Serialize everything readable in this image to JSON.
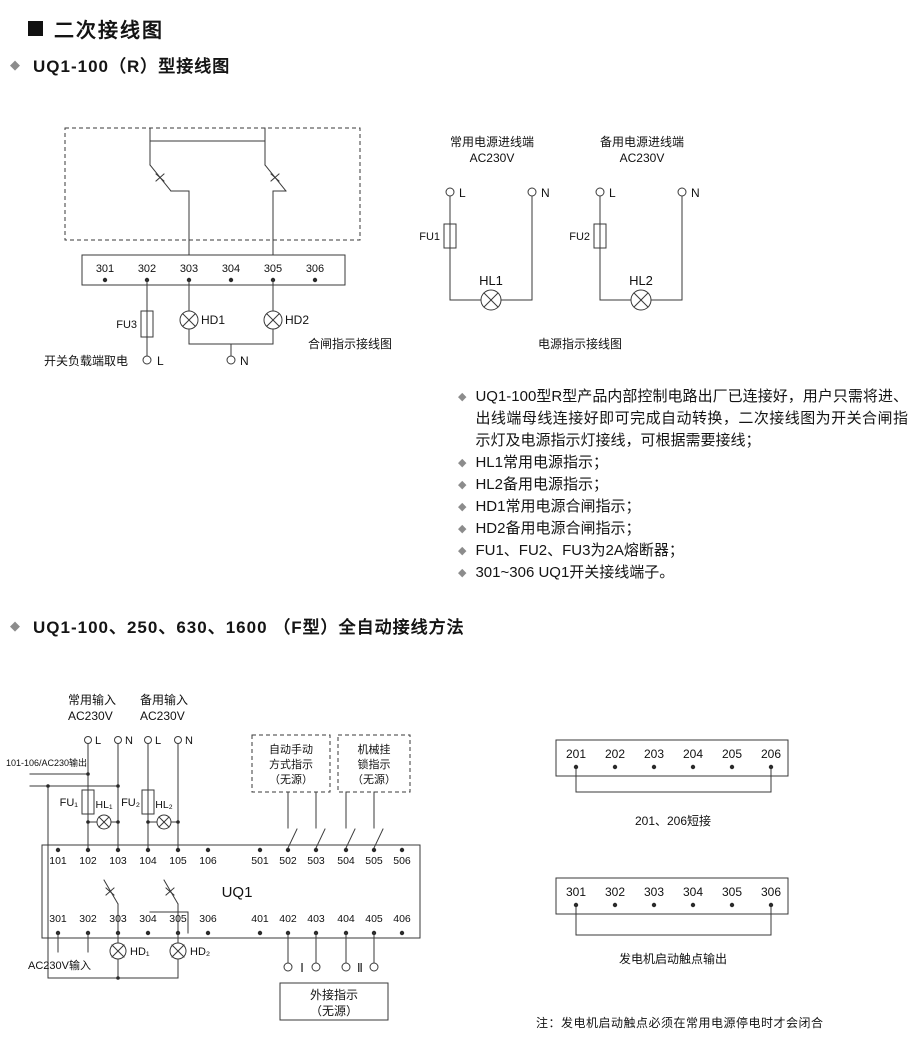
{
  "header": {
    "main_title": "二次接线图",
    "section1_title": "UQ1-100（R）型接线图",
    "section2_title": "UQ1-100、250、630、1600 （F型）全自动接线方法"
  },
  "diagram_r": {
    "terminals": [
      "301",
      "302",
      "303",
      "304",
      "305",
      "306"
    ],
    "fuse": "FU3",
    "lamp1": "HD1",
    "lamp2": "HD2",
    "load_label": "开关负载端取电",
    "l_label": "L",
    "n_label": "N",
    "caption": "合闸指示接线图"
  },
  "power_diagram": {
    "normal": {
      "title": "常用电源进线端",
      "voltage": "AC230V",
      "l": "L",
      "n": "N",
      "fuse": "FU1",
      "lamp": "HL1"
    },
    "backup": {
      "title": "备用电源进线端",
      "voltage": "AC230V",
      "l": "L",
      "n": "N",
      "fuse": "FU2",
      "lamp": "HL2"
    },
    "caption": "电源指示接线图"
  },
  "notes": [
    "UQ1-100型R型产品内部控制电路出厂已连接好，用户只需将进、出线端母线连接好即可完成自动转换，二次接线图为开关合闸指示灯及电源指示灯接线，可根据需要接线；",
    "HL1常用电源指示；",
    "HL2备用电源指示；",
    "HD1常用电源合闸指示；",
    "HD2备用电源合闸指示；",
    "FU1、FU2、FU3为2A熔断器；",
    "301~306 UQ1开关接线端子。"
  ],
  "diagram_f": {
    "normal_input": {
      "line1": "常用输入",
      "line2": "AC230V"
    },
    "backup_input": {
      "line1": "备用输入",
      "line2": "AC230V"
    },
    "l_label": "L",
    "n_label": "N",
    "output_tap": "101-106/AC230输出",
    "fuse1": "FU₁",
    "fuse2": "FU₂",
    "lamp_hl1": "HL₁",
    "lamp_hl2": "HL₂",
    "device": "UQ1",
    "row_top_left": [
      "101",
      "102",
      "103",
      "104",
      "105",
      "106"
    ],
    "row_top_mid": [
      "501",
      "502",
      "503"
    ],
    "row_top_right": [
      "504",
      "505",
      "506"
    ],
    "row_bottom_left": [
      "301",
      "302",
      "303",
      "304",
      "305",
      "306"
    ],
    "row_bottom_mid": [
      "401",
      "402",
      "403"
    ],
    "row_bottom_right": [
      "404",
      "405",
      "406"
    ],
    "auto_manual_box": {
      "line1": "自动手动",
      "line2": "方式指示",
      "line3": "（无源）"
    },
    "padlock_box": {
      "line1": "机械挂",
      "line2": "锁指示",
      "line3": "（无源）"
    },
    "external_box": {
      "line1": "外接指示",
      "line2": "（无源）"
    },
    "ac_input": "AC230V输入",
    "lamp_hd1": "HD₁",
    "lamp_hd2": "HD₂",
    "group1": "Ⅰ",
    "group2": "Ⅱ"
  },
  "strip_201": {
    "terminals": [
      "201",
      "202",
      "203",
      "204",
      "205",
      "206"
    ],
    "caption": "201、206短接"
  },
  "strip_301": {
    "terminals": [
      "301",
      "302",
      "303",
      "304",
      "305",
      "306"
    ],
    "caption": "发电机启动触点输出"
  },
  "footnote": "注：发电机启动触点必须在常用电源停电时才会闭合"
}
